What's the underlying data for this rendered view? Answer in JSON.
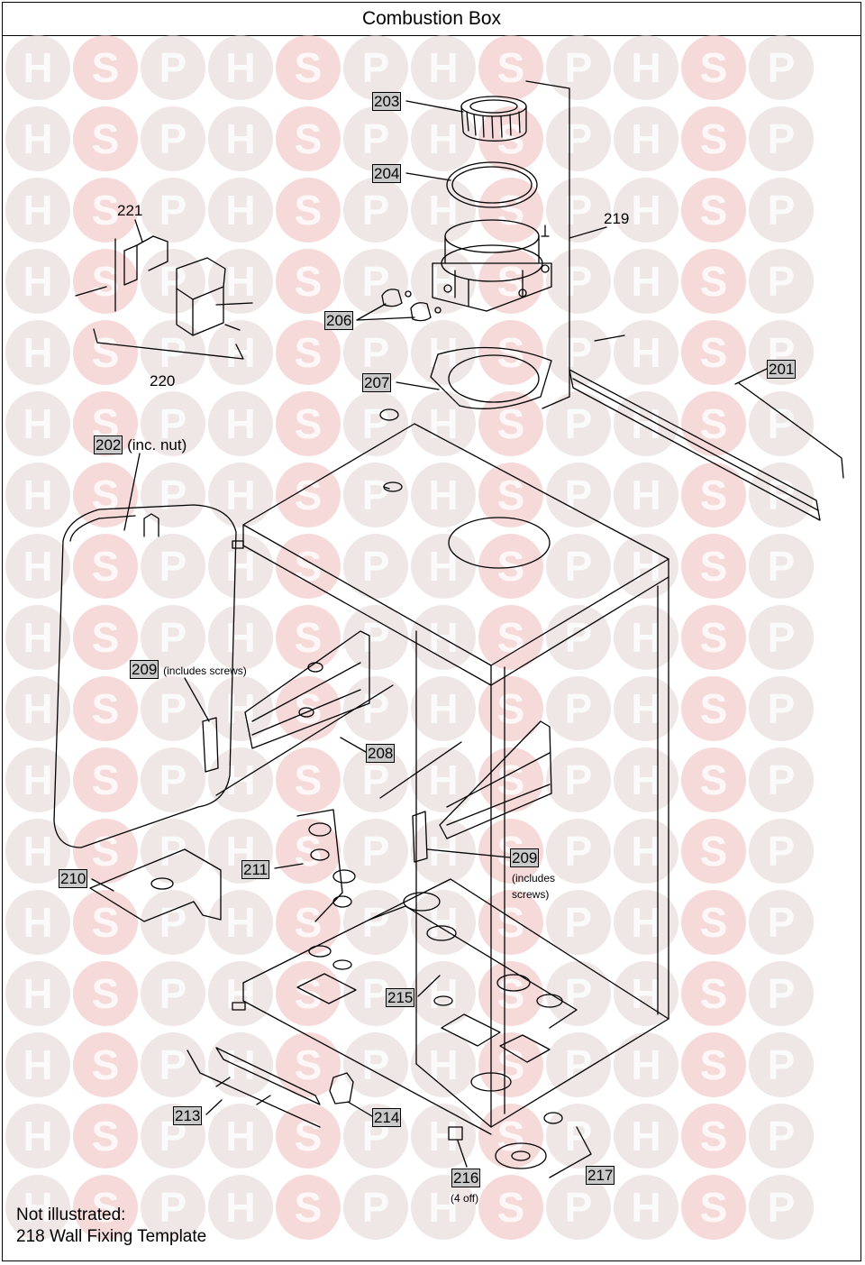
{
  "title": "Combustion Box",
  "watermark": {
    "letters": [
      "H",
      "S",
      "P"
    ],
    "colors": {
      "h": "#e2d2d2",
      "s": "#efbcbc",
      "p": "#e2d2d2"
    }
  },
  "callouts": {
    "p203": "203",
    "p204": "204",
    "p219": "219",
    "p221": "221",
    "p220": "220",
    "p206": "206",
    "p207": "207",
    "p201": "201",
    "p202": "202",
    "p202_note": "(inc. nut)",
    "p209a": "209",
    "p209a_note": "(includes screws)",
    "p208": "208",
    "p211": "211",
    "p210": "210",
    "p209b": "209",
    "p209b_note1": "(includes",
    "p209b_note2": "screws)",
    "p215": "215",
    "p213": "213",
    "p214": "214",
    "p216": "216",
    "p216_note": "(4 off)",
    "p217": "217"
  },
  "footer": {
    "line1": "Not illustrated:",
    "line2": "218 Wall Fixing Template"
  }
}
